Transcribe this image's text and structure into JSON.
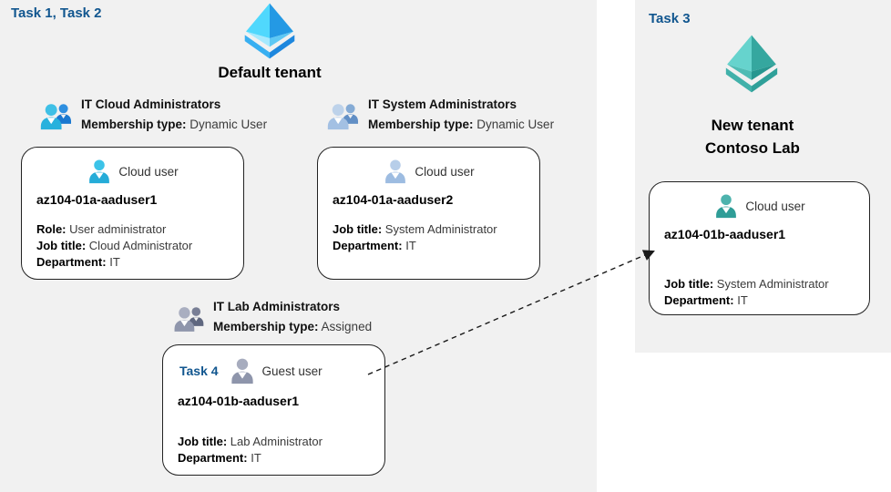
{
  "colors": {
    "panel_bg": "#f1f1f1",
    "card_bg": "#ffffff",
    "card_border": "#222222",
    "task_label_blue": "#11568f",
    "azure_ad_blue_light": "#50d8fd",
    "azure_ad_blue_dark": "#2499e4",
    "azure_ad_teal_light": "#66d3cd",
    "azure_ad_teal_dark": "#2fa39c",
    "arrow": "#1a1a1a"
  },
  "left_panel": {
    "task_label": "Task 1, Task 2",
    "tenant_icon": "azure-ad-pyramid-icon",
    "tenant_name": "Default tenant",
    "groups": [
      {
        "icon": "group-users-icon",
        "name": "IT Cloud Administrators",
        "membership_label": "Membership type:",
        "membership_value": "Dynamic User"
      },
      {
        "icon": "group-users-icon",
        "name": "IT System Administrators",
        "membership_label": "Membership type:",
        "membership_value": "Dynamic User"
      },
      {
        "icon": "group-users-icon",
        "name": "IT Lab Administrators",
        "membership_label": "Membership type:",
        "membership_value": "Assigned"
      }
    ],
    "cards": [
      {
        "user_icon": "cloud-user-icon",
        "user_type": "Cloud user",
        "username": "az104-01a-aaduser1",
        "fields": [
          {
            "label": "Role:",
            "value": "User administrator"
          },
          {
            "label": "Job title:",
            "value": "Cloud Administrator"
          },
          {
            "label": "Department:",
            "value": "IT"
          }
        ]
      },
      {
        "user_icon": "cloud-user-icon",
        "user_type": "Cloud user",
        "username": "az104-01a-aaduser2",
        "fields": [
          {
            "label": "Job title:",
            "value": "System Administrator"
          },
          {
            "label": "Department:",
            "value": "IT"
          }
        ]
      },
      {
        "task_label": "Task 4",
        "user_icon": "guest-user-icon",
        "user_type": "Guest user",
        "username": "az104-01b-aaduser1",
        "fields": [
          {
            "label": "Job title:",
            "value": "Lab Administrator"
          },
          {
            "label": "Department:",
            "value": "IT"
          }
        ]
      }
    ]
  },
  "right_panel": {
    "task_label": "Task 3",
    "tenant_icon": "azure-ad-pyramid-icon",
    "tenant_name_line1": "New tenant",
    "tenant_name_line2": "Contoso Lab",
    "card": {
      "user_icon": "cloud-user-icon",
      "user_type": "Cloud user",
      "username": "az104-01b-aaduser1",
      "fields": [
        {
          "label": "Job title:",
          "value": "System Administrator"
        },
        {
          "label": "Department:",
          "value": "IT"
        }
      ]
    }
  },
  "connector": {
    "type": "dashed-arrow",
    "from": "guest-user-card",
    "to": "new-tenant-cloud-user-card"
  }
}
